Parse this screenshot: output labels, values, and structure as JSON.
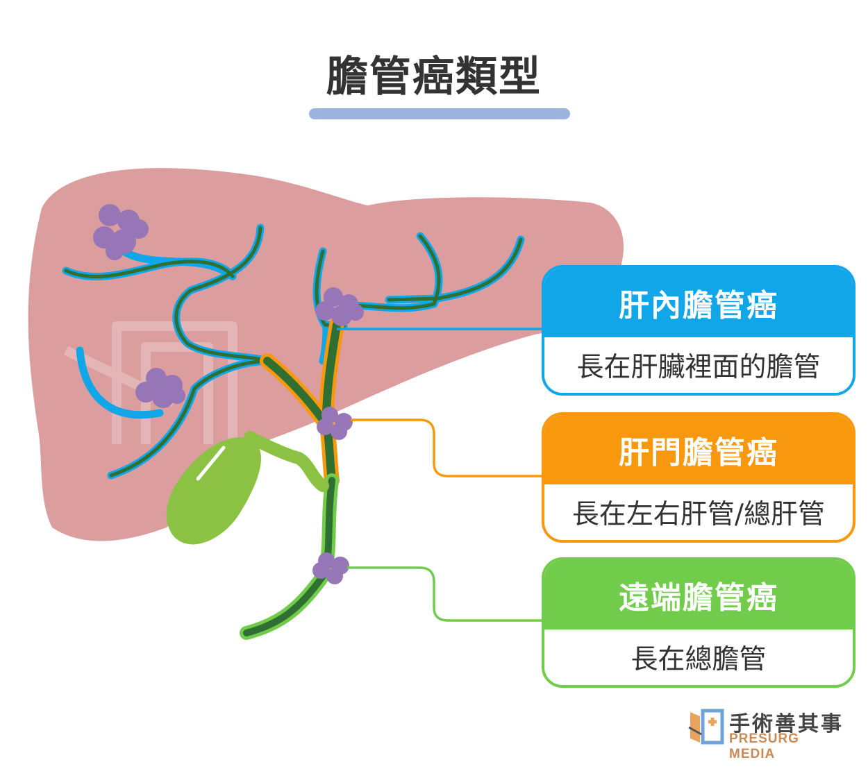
{
  "title": "膽管癌類型",
  "colors": {
    "liver": "#dc9d9f",
    "intrahepatic": "#10a6e8",
    "hilar": "#f7980f",
    "distal": "#71cc4b",
    "duct_dark": "#2f6f31",
    "tumor": "#9676b7",
    "gallbladder": "#8bc243",
    "title_bar": "#9bb4dd"
  },
  "cards": [
    {
      "name": "肝內膽管癌",
      "description": "長在肝臟裡面的膽管",
      "color": "#10a6e8"
    },
    {
      "name": "肝門膽管癌",
      "description": "長在左右肝管/總肝管",
      "color": "#f7980f"
    },
    {
      "name": "遠端膽管癌",
      "description": "長在總膽管",
      "color": "#71cc4b"
    }
  ],
  "logo": {
    "name_cn": "手術善其事",
    "name_en": "PRESURG MEDIA"
  }
}
